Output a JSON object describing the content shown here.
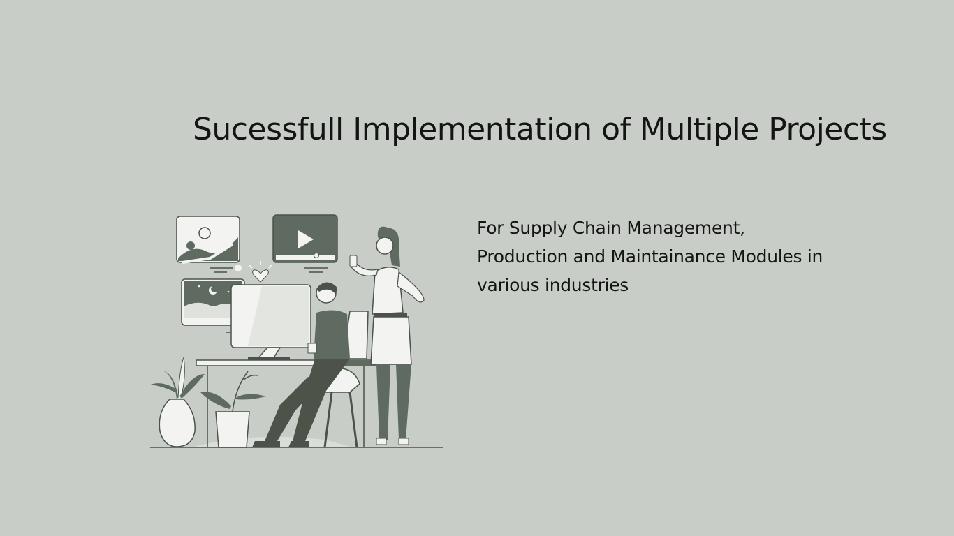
{
  "slide": {
    "title": "Sucessfull Implementation of Multiple Projects",
    "description_lines": [
      "For Supply Chain Management,",
      "Production and Maintainance Modules in",
      "various industries"
    ]
  },
  "illustration": {
    "subject": "person-at-computer-with-colleague",
    "icons": [
      "image-card-icon",
      "video-play-icon",
      "night-landscape-icon",
      "heart-icon"
    ]
  },
  "colors": {
    "background": "#c8cec7",
    "text": "#141414",
    "illustration_dark": "#5f6b61",
    "illustration_light": "#f3f3f1"
  }
}
